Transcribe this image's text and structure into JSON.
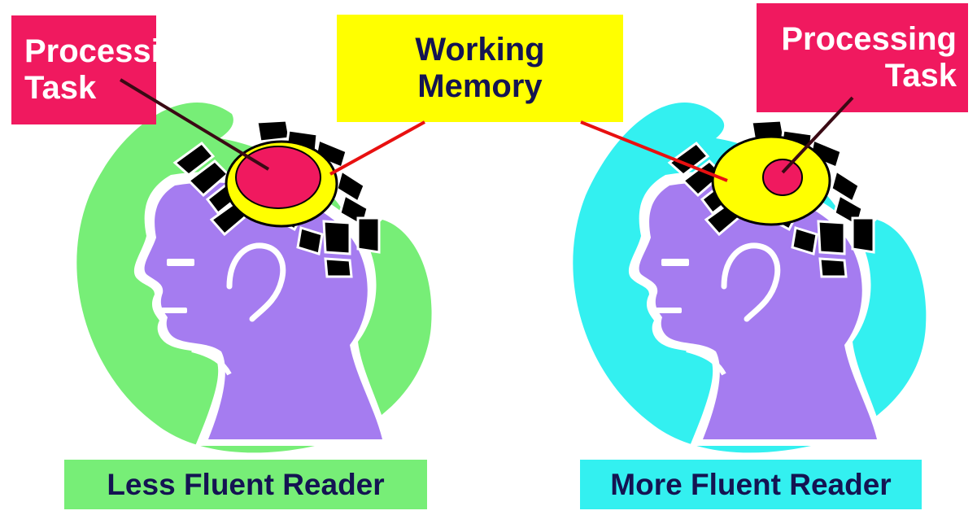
{
  "colors": {
    "processing_box": "#f0195f",
    "working_memory_box": "#ffff00",
    "less_fluent_bg": "#77ee77",
    "more_fluent_bg": "#33f0f0",
    "head_fill": "#a57cf0",
    "text_dark": "#141452",
    "line_red": "#e81010",
    "line_dark": "#3a0a14"
  },
  "labels": {
    "processing_task_left": "Processing\nTask",
    "processing_task_right": "Processing\nTask",
    "working_memory": "Working\nMemory",
    "less_fluent_reader": "Less Fluent Reader",
    "more_fluent_reader": "More Fluent Reader"
  },
  "icons": {
    "left_head": "head-profile-icon",
    "right_head": "head-profile-icon"
  }
}
